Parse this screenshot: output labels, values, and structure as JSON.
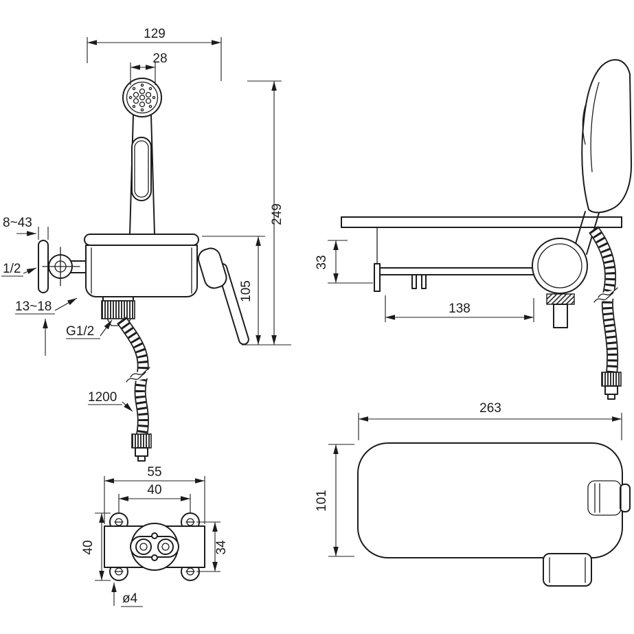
{
  "palette": {
    "ink": "#1c1c1c",
    "paper": "#ffffff"
  },
  "front_view": {
    "overall_width": "129",
    "head_width": "28",
    "mount_depth_range": "8~43",
    "inlet_thread": "1/2",
    "wall_gap_range": "13~18",
    "outlet_thread": "G1/2",
    "hose_length": "1200",
    "overall_height": "249",
    "body_height": "105"
  },
  "side_view": {
    "holder_drop": "33",
    "rail_length": "138"
  },
  "top_view": {
    "shelf_length": "263",
    "shelf_depth": "101"
  },
  "mounting_view": {
    "plate_width": "55",
    "hole_pitch_horizontal": "40",
    "hole_pitch_vertical": "40",
    "ear_pitch": "34",
    "hole_diameter": "ø4"
  }
}
